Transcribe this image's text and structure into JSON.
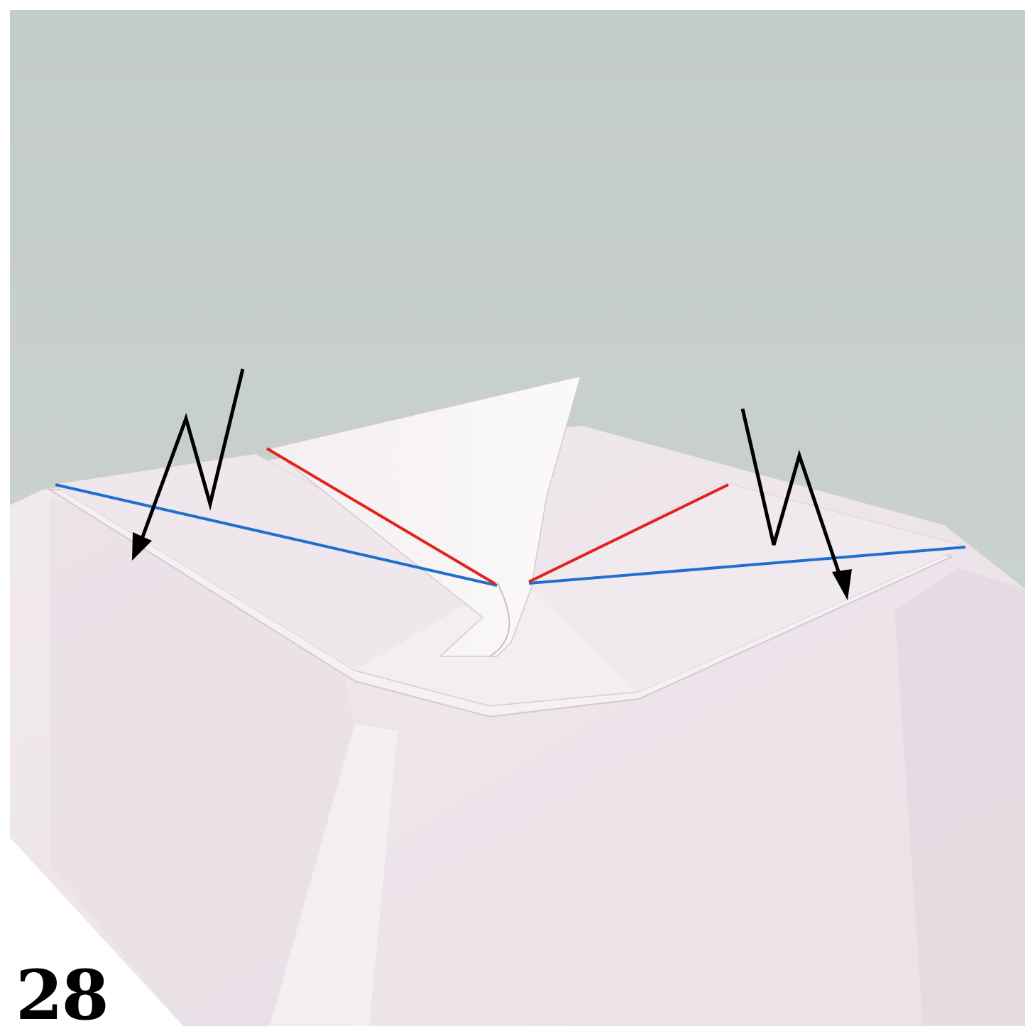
{
  "step_number": "28",
  "colors": {
    "background_wall": "#c9d0cc",
    "paper": "#efe7ec",
    "paper_light": "#f7f3f6",
    "valley_fold_line": "#1f6fd1",
    "mountain_fold_line": "#e2231a",
    "arrow": "#000000"
  },
  "fold_lines": {
    "left_blue": "valley",
    "right_blue": "valley",
    "left_red": "mountain",
    "right_red": "mountain"
  },
  "arrows": [
    "left-zigzag-fold-arrow",
    "right-zigzag-fold-arrow"
  ]
}
